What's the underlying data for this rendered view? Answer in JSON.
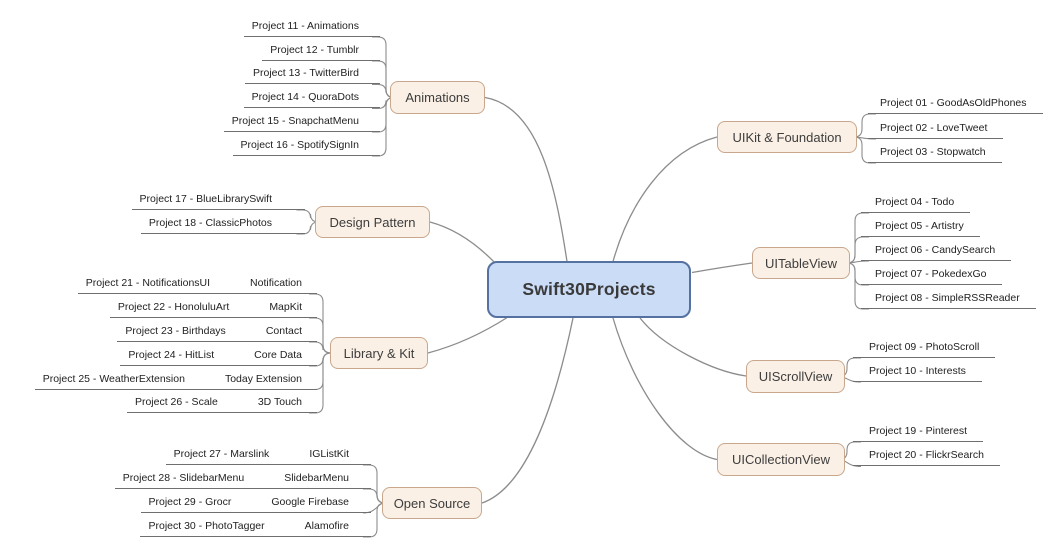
{
  "title": "Swift30Projects",
  "colors": {
    "center_fill": "#cbdcf7",
    "center_border": "#54719f",
    "branch_fill": "#faf0e6",
    "branch_border": "#c9a78d",
    "connector_line": "#8c8c8c",
    "leaf_underline": "#6f6f6f",
    "text": "#3a3a3a"
  },
  "groups": [
    {
      "label": "Animations",
      "side": "left",
      "leaves": [
        {
          "title": "Project 11 - Animations"
        },
        {
          "title": "Project 12 - Tumblr"
        },
        {
          "title": "Project 13 - TwitterBird"
        },
        {
          "title": "Project 14 - QuoraDots"
        },
        {
          "title": "Project 15 - SnapchatMenu"
        },
        {
          "title": "Project 16 - SpotifySignIn"
        }
      ]
    },
    {
      "label": "Design Pattern",
      "side": "left",
      "leaves": [
        {
          "title": "Project 17 - BlueLibrarySwift"
        },
        {
          "title": "Project 18 - ClassicPhotos"
        }
      ]
    },
    {
      "label": "Library & Kit",
      "side": "left",
      "leaves": [
        {
          "title": "Project 21 - NotificationsUI",
          "tag": "Notification"
        },
        {
          "title": "Project 22 - HonoluluArt",
          "tag": "MapKit"
        },
        {
          "title": "Project 23 - Birthdays",
          "tag": "Contact"
        },
        {
          "title": "Project 24 - HitList",
          "tag": "Core Data"
        },
        {
          "title": "Project 25 - WeatherExtension",
          "tag": "Today Extension"
        },
        {
          "title": "Project 26 - Scale",
          "tag": "3D Touch"
        }
      ]
    },
    {
      "label": "Open Source",
      "side": "left",
      "leaves": [
        {
          "title": "Project 27 - Marslink",
          "tag": "IGListKit"
        },
        {
          "title": "Project 28 - SlidebarMenu",
          "tag": "SlidebarMenu"
        },
        {
          "title": "Project 29 - Grocr",
          "tag": "Google Firebase"
        },
        {
          "title": "Project 30 - PhotoTagger",
          "tag": "Alamofire"
        }
      ]
    },
    {
      "label": "UIKit & Foundation",
      "side": "right",
      "leaves": [
        {
          "title": "Project 01 - GoodAsOldPhones"
        },
        {
          "title": "Project 02 - LoveTweet"
        },
        {
          "title": "Project 03 - Stopwatch"
        }
      ]
    },
    {
      "label": "UITableView",
      "side": "right",
      "leaves": [
        {
          "title": "Project 04 - Todo"
        },
        {
          "title": "Project 05 - Artistry"
        },
        {
          "title": "Project 06 - CandySearch"
        },
        {
          "title": "Project 07 - PokedexGo"
        },
        {
          "title": "Project 08 - SimpleRSSReader"
        }
      ]
    },
    {
      "label": "UIScrollView",
      "side": "right",
      "leaves": [
        {
          "title": "Project 09 - PhotoScroll"
        },
        {
          "title": "Project 10 - Interests"
        }
      ]
    },
    {
      "label": "UICollectionView",
      "side": "right",
      "leaves": [
        {
          "title": "Project 19 - Pinterest"
        },
        {
          "title": "Project 20 - FlickrSearch"
        }
      ]
    }
  ]
}
